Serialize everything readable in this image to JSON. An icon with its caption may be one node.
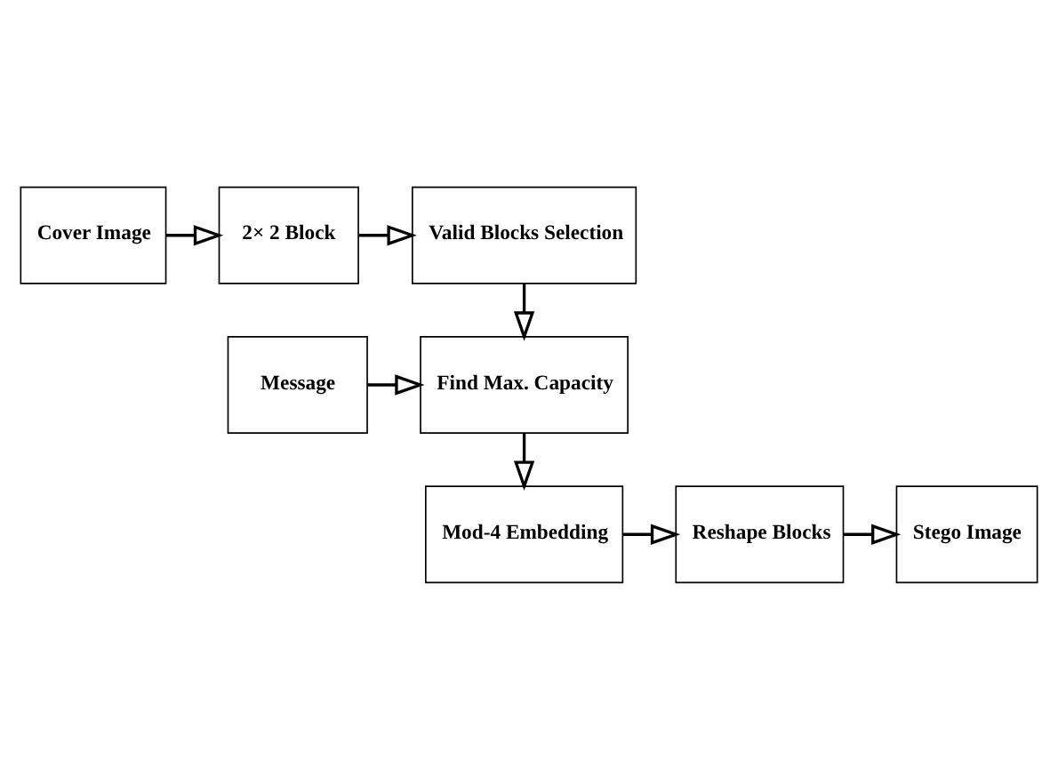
{
  "diagram": {
    "nodes": [
      {
        "text": [
          "Cover Image"
        ]
      },
      {
        "text": [
          "2× 2 Block"
        ]
      },
      {
        "text": [
          "Valid Blocks Selection"
        ]
      },
      {
        "text": [
          "Message"
        ]
      },
      {
        "text": [
          "Find Max. Capacity"
        ]
      },
      {
        "text": [
          "Mod-4 Embedding"
        ]
      },
      {
        "text": [
          "Reshape Blocks"
        ]
      },
      {
        "text": [
          "Stego Image"
        ]
      }
    ],
    "edges": [
      {
        "from": 0,
        "to": 1,
        "arrow": "to"
      },
      {
        "from": 1,
        "to": 2,
        "arrow": "to"
      },
      {
        "from": 2,
        "to": 4,
        "arrow": "to"
      },
      {
        "from": 3,
        "to": 4,
        "arrow": "to"
      },
      {
        "from": 4,
        "to": 5,
        "arrow": "to"
      },
      {
        "from": 5,
        "to": 6,
        "arrow": "to"
      },
      {
        "from": 6,
        "to": 7,
        "arrow": "to"
      }
    ]
  }
}
